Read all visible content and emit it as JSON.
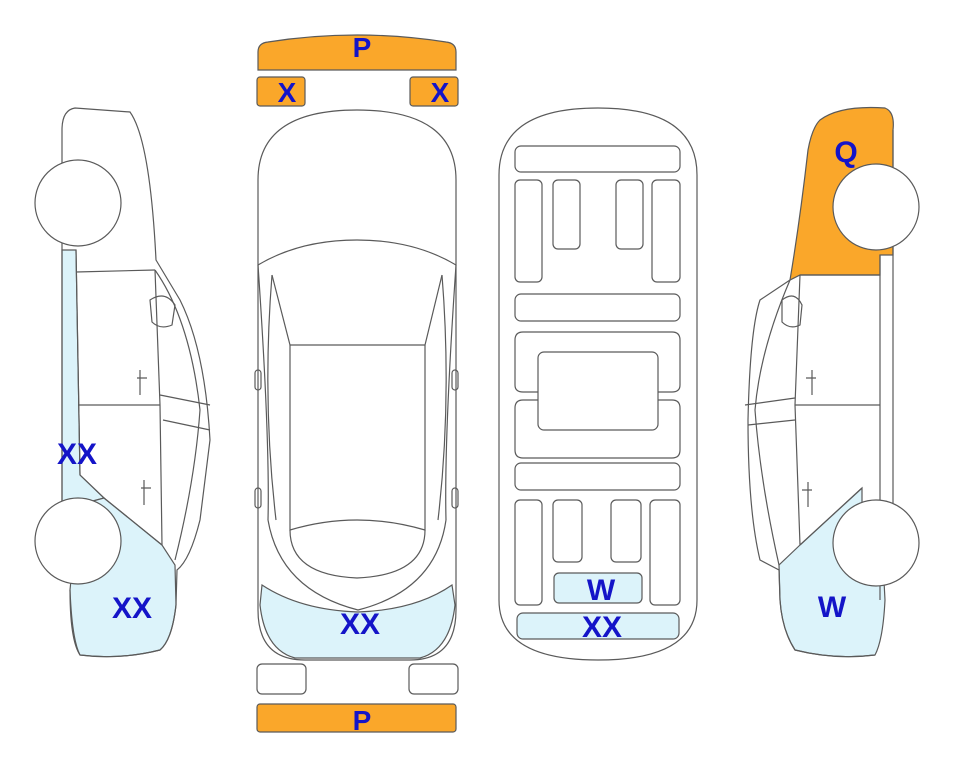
{
  "colors": {
    "outline": "#5a5a5a",
    "orange": "#FAA72A",
    "light_blue": "#DCF3FA",
    "label": "#1414C8",
    "background": "#FFFFFF"
  },
  "labels": {
    "front_bumper": "P",
    "front_left_corner": "X",
    "front_right_corner": "X",
    "rear_bumper": "P",
    "left_side_lower_panel": "XX",
    "left_side_rear_quarter": "XX",
    "top_rear_section": "XX",
    "underside_rear_panel": "W",
    "underside_rear_bumper": "XX",
    "right_side_front_fender": "Q",
    "right_side_rear_quarter": "W"
  }
}
